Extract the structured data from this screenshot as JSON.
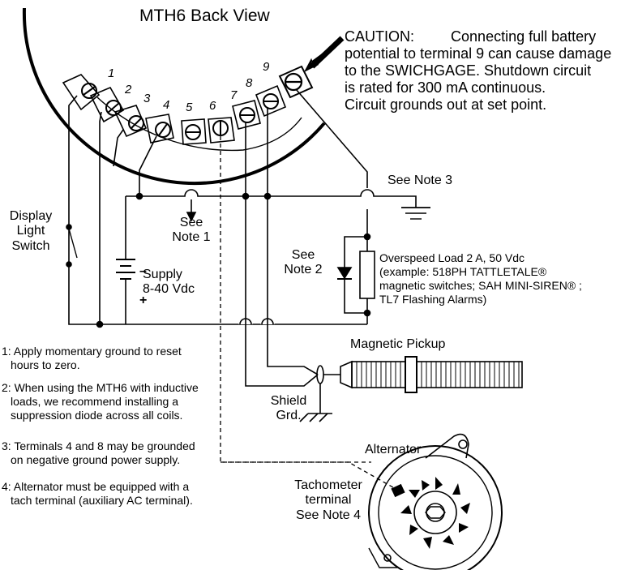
{
  "title": "MTH6 Back View",
  "caution": {
    "line1_head": "CAUTION:",
    "line1_tail": "Connecting full battery",
    "line2": "potential to terminal 9 can cause damage",
    "line3": "to the SWICHGAGE. Shutdown circuit",
    "line4": "is rated for 300 mA continuous.",
    "line5": "Circuit grounds out at set point."
  },
  "terminals": [
    "1",
    "2",
    "3",
    "4",
    "5",
    "6",
    "7",
    "8",
    "9"
  ],
  "labels": {
    "see_note_3": "See Note 3",
    "see_note_1": [
      "See",
      "Note 1"
    ],
    "see_note_2": [
      "See",
      "Note 2"
    ],
    "display_switch": [
      "Display",
      "Light",
      "Switch"
    ],
    "supply": [
      "Supply",
      "8-40 Vdc"
    ],
    "supply_minus": "–",
    "supply_plus": "+",
    "overspeed": [
      "Overspeed Load 2 A, 50 Vdc",
      "(example: 518PH TATTLETALE®",
      "magnetic switches; SAH MINI-SIREN® ;",
      "TL7 Flashing Alarms)"
    ],
    "magnetic_pickup": "Magnetic Pickup",
    "shield": [
      "Shield",
      "Grd."
    ],
    "alternator": "Alternator",
    "tachometer": [
      "Tachometer",
      "terminal",
      "See Note 4"
    ]
  },
  "notes": [
    [
      "1: Apply momentary ground to reset",
      "hours to zero."
    ],
    [
      "2: When using the MTH6 with inductive",
      "loads, we recommend installing a",
      "suppression diode across all coils."
    ],
    [
      "3: Terminals 4 and 8 may be grounded",
      "on negative ground power supply."
    ],
    [
      "4: Alternator must be equipped with a",
      "tach terminal (auxiliary AC terminal)."
    ]
  ]
}
